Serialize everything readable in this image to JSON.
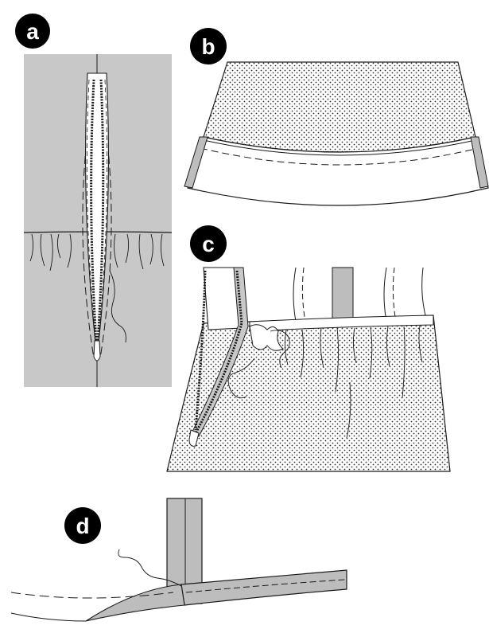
{
  "panels": [
    {
      "id": "a",
      "label": "a"
    },
    {
      "id": "b",
      "label": "b"
    },
    {
      "id": "c",
      "label": "c"
    },
    {
      "id": "d",
      "label": "d"
    }
  ],
  "colors": {
    "ink": "#1a1a1a",
    "fabric_gray": "#c8c8c8",
    "tape_gray": "#bdbdbd",
    "dot_fill": "#2a2a2a",
    "paper": "#ffffff"
  }
}
